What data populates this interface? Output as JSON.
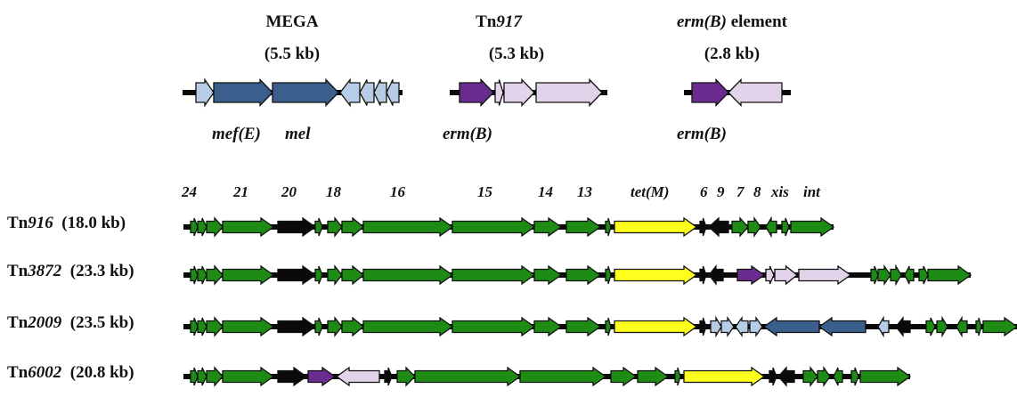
{
  "elements": {
    "mega": {
      "name": "MEGA",
      "size": "(5.5 kb)",
      "genes": [
        "mef(E)",
        "mel"
      ]
    },
    "tn917": {
      "name_prefix": "Tn",
      "name_italic": "917",
      "size": "(5.3 kb)",
      "genes": [
        "erm(B)"
      ]
    },
    "ermb_element": {
      "name_italic": "erm(B)",
      "name_suffix": " element",
      "size": "(2.8 kb)",
      "genes": [
        "erm(B)"
      ]
    }
  },
  "gene_numbers": [
    "24",
    "21",
    "20",
    "18",
    "16",
    "15",
    "14",
    "13",
    "tet(M)",
    "6",
    "9",
    "7",
    "8",
    "xis",
    "int"
  ],
  "rows": [
    {
      "prefix": "Tn",
      "num": "916",
      "size": "(18.0 kb)"
    },
    {
      "prefix": "Tn",
      "num": "3872",
      "size": "(23.3 kb)"
    },
    {
      "prefix": "Tn",
      "num": "2009",
      "size": "(23.5 kb)"
    },
    {
      "prefix": "Tn",
      "num": "6002",
      "size": "(20.8 kb)"
    }
  ],
  "colors": {
    "green": "#1e8c14",
    "black": "#0a0a0a",
    "yellow": "#ffff1e",
    "navy": "#3a5f8c",
    "light_blue": "#b7cce6",
    "purple": "#6a2c91",
    "lavender": "#e2d3ea"
  }
}
